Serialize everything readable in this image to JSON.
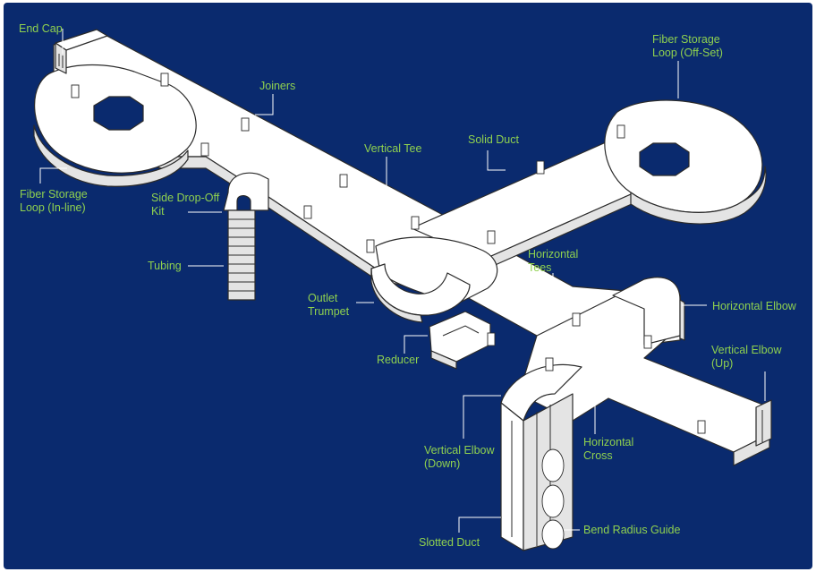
{
  "labels": {
    "end_cap": "End Cap",
    "joiners": "Joiners",
    "fiber_storage_offset": [
      "Fiber Storage",
      "Loop (Off-Set)"
    ],
    "fiber_storage_inline": [
      "Fiber Storage",
      "Loop (In-line)"
    ],
    "vertical_tee": "Vertical Tee",
    "solid_duct": "Solid Duct",
    "side_drop_off_kit": [
      "Side Drop-Off",
      "Kit"
    ],
    "tubing": "Tubing",
    "horizontal_tees": [
      "Horizontal",
      "Tees"
    ],
    "outlet_trumpet": [
      "Outlet",
      "Trumpet"
    ],
    "horizontal_elbow": "Horizontal Elbow",
    "reducer": "Reducer",
    "vertical_elbow_up": [
      "Vertical Elbow",
      "(Up)"
    ],
    "vertical_elbow_down": [
      "Vertical Elbow",
      "(Down)"
    ],
    "horizontal_cross": [
      "Horizontal",
      "Cross"
    ],
    "slotted_duct": "Slotted Duct",
    "bend_radius_guide": "Bend Radius Guide"
  },
  "colors": {
    "background": "#0a2a6e",
    "label": "#8fd14f",
    "duct_fill": "#ffffff",
    "duct_outline": "#2b2b2b",
    "leader": "#ffffff"
  }
}
